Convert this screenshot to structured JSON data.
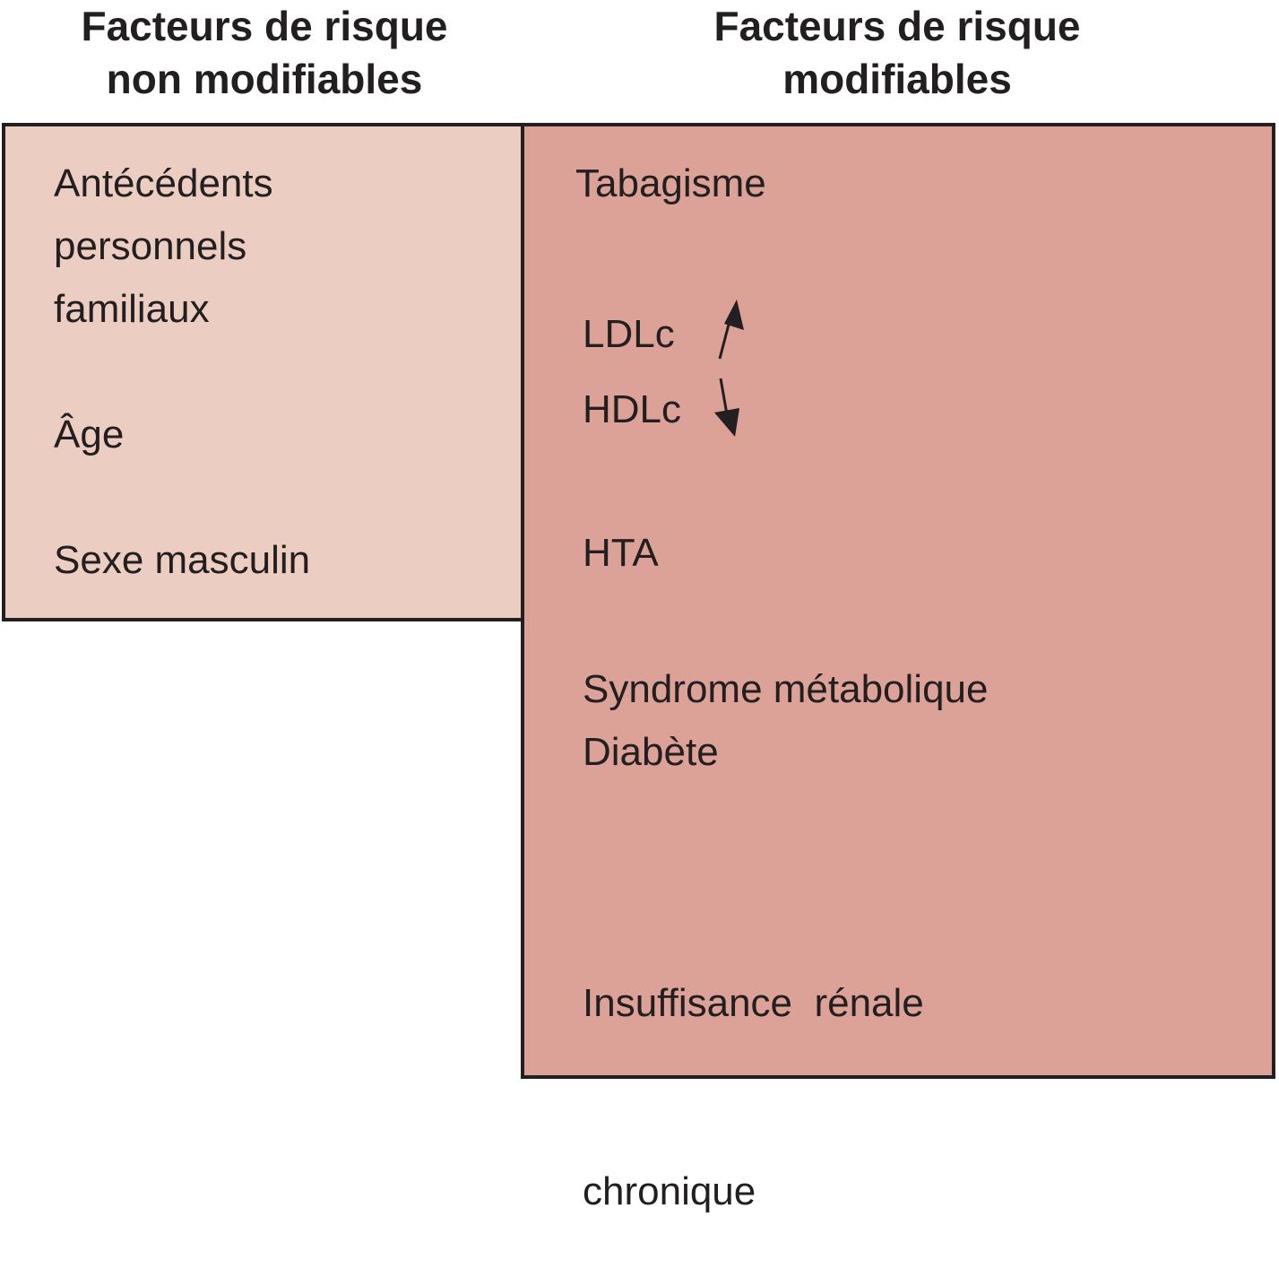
{
  "headings": {
    "non_modifiable": [
      "Facteurs de risque",
      "non modifiables"
    ],
    "modifiable": [
      "Facteurs de risque",
      "modifiables"
    ]
  },
  "non_modifiable_factors": {
    "antecedents": [
      "Antécédents",
      "personnels",
      "familiaux"
    ],
    "age": "Âge",
    "sexe": "Sexe masculin"
  },
  "modifiable_factors": {
    "tabagisme": "Tabagisme",
    "ldlc": {
      "label": "LDLc",
      "trend": "increase"
    },
    "hdlc": {
      "label": "HDLc",
      "trend": "decrease"
    },
    "hta": "HTA",
    "metabolique": [
      "Syndrome métabolique",
      "Diabète"
    ],
    "renale": [
      "Insuffisance  rénale",
      "chronique"
    ]
  },
  "colors": {
    "non_modifiable_fill": "#ebcdc2",
    "modifiable_fill": "#dca297",
    "border": "#231f20",
    "text": "#231f20"
  },
  "icons": {
    "ldlc_trend": "arrow-up-icon",
    "hdlc_trend": "arrow-down-icon"
  }
}
